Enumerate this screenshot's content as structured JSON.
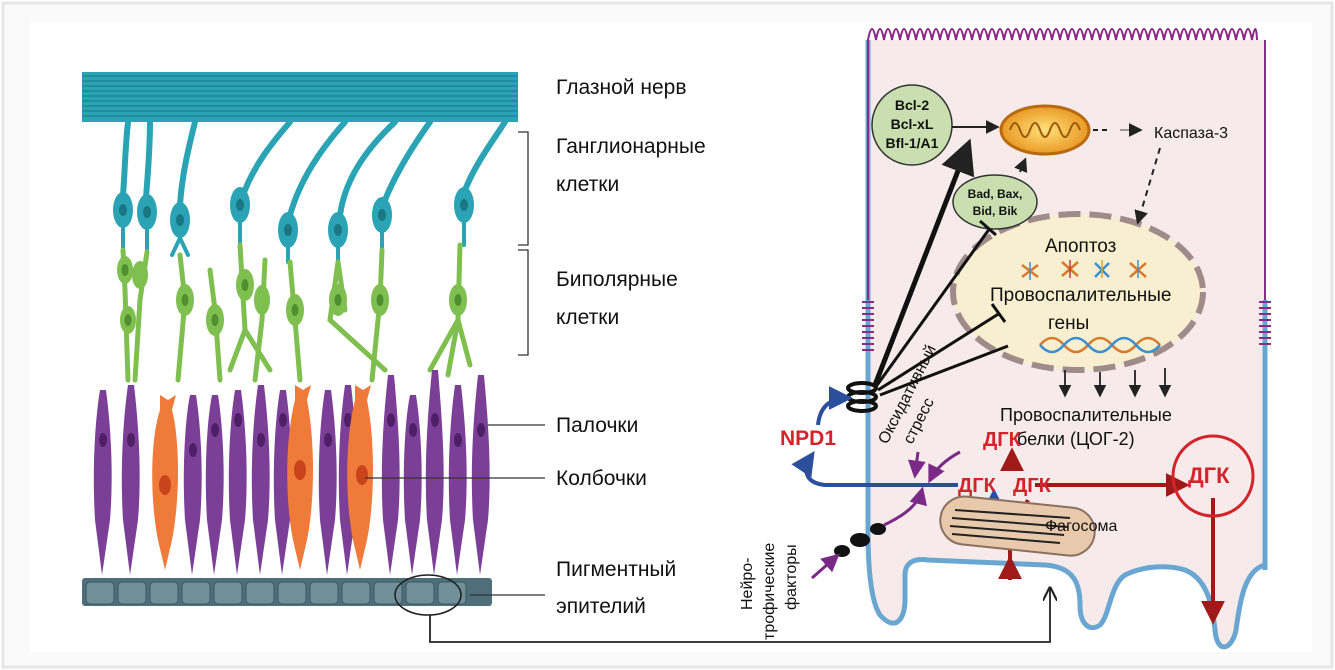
{
  "retina_labels": {
    "optic_nerve": "Глазной нерв",
    "ganglion_1": "Ганглионарные",
    "ganglion_2": "клетки",
    "bipolar_1": "Биполярные",
    "bipolar_2": "клетки",
    "rods": "Палочки",
    "cones": "Колбочки",
    "pigment_1": "Пигментный",
    "pigment_2": "эпителий"
  },
  "cell_labels": {
    "anti_apoptotic": [
      "Bcl-2",
      "Bcl-xL",
      "Bfl-1/A1"
    ],
    "pro_apoptotic": [
      "Bad, Bax,",
      "Bid, Bik"
    ],
    "caspase": "Каспаза-3",
    "apoptosis": "Апоптоз",
    "pro_inflammatory_genes_1": "Провоспалительные",
    "pro_inflammatory_genes_2": "гены",
    "pro_inflammatory_proteins_1": "Провоспалительные",
    "pro_inflammatory_proteins_2": "белки (ЦОГ-2)",
    "npd1": "NPD1",
    "oxidative_1": "Оксидативный",
    "oxidative_2": "стресс",
    "dhk_top": "ДГК",
    "dhk_left": "ДГК",
    "dhk_right": "ДГК",
    "dhk_circle": "ДГК",
    "phagosome": "Фагосома",
    "neuro_1": "Нейро-",
    "neuro_2": "трофические",
    "neuro_3": "факторы"
  },
  "colors": {
    "border": "#e6e6e6",
    "ganglion": "#2aa3b4",
    "bipolar": "#7fbf4f",
    "rod": "#7b3f98",
    "cone": "#f07a3a",
    "epithelium": "#5f7f8a",
    "cell_fill": "#f6eaea",
    "membrane_blue": "#6aa6d2",
    "microvilli": "#8a2b88",
    "red": "#d3242c",
    "dark_red": "#a01a1a",
    "dark_blue": "#2b4f9b",
    "purple": "#7a2a86",
    "nucleus_fill": "#f7efcf",
    "nucleus_border": "#a08b8b"
  }
}
